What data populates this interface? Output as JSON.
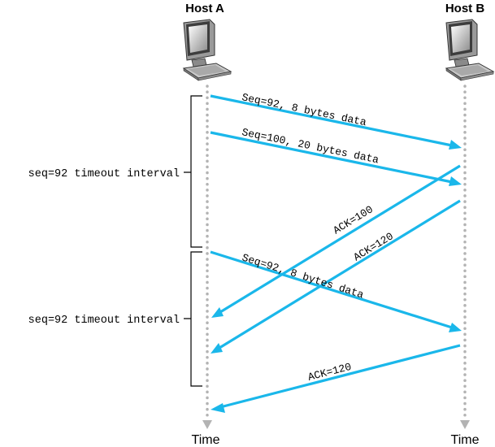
{
  "hosts": {
    "a": {
      "title": "Host A",
      "time_label": "Time"
    },
    "b": {
      "title": "Host B",
      "time_label": "Time"
    }
  },
  "timeouts": [
    {
      "label": "seq=92 timeout interval"
    },
    {
      "label": "seq=92 timeout interval"
    }
  ],
  "messages": [
    {
      "label": "Seq=92, 8 bytes data",
      "from": "A",
      "to": "B"
    },
    {
      "label": "Seq=100, 20 bytes data",
      "from": "A",
      "to": "B"
    },
    {
      "label": "ACK=100",
      "from": "B",
      "to": "A"
    },
    {
      "label": "ACK=120",
      "from": "B",
      "to": "A"
    },
    {
      "label": "Seq=92, 8 bytes data",
      "from": "A",
      "to": "B"
    },
    {
      "label": "ACK=120",
      "from": "B",
      "to": "A"
    }
  ],
  "colors": {
    "arrow": "#1ab7ea",
    "timeline": "#b3b3b3",
    "bracket": "#000000"
  }
}
